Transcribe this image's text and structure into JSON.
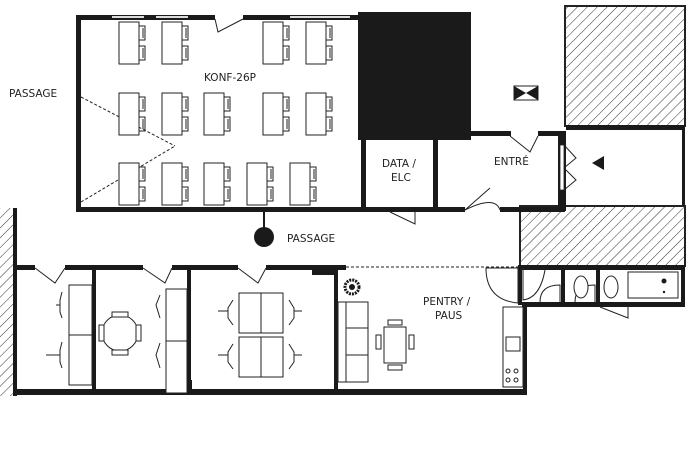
{
  "plan": {
    "labels": {
      "passage_left": "PASSAGE",
      "conference": "KONF-26P",
      "data_line1": "DATA /",
      "data_line2": "ELC",
      "entrance": "ENTRÉ",
      "passage_center": "PASSAGE",
      "pantry_line1": "PENTRY /",
      "pantry_line2": "PAUS"
    },
    "colors": {
      "wall": "#1a1a1a",
      "background": "#ffffff"
    }
  }
}
